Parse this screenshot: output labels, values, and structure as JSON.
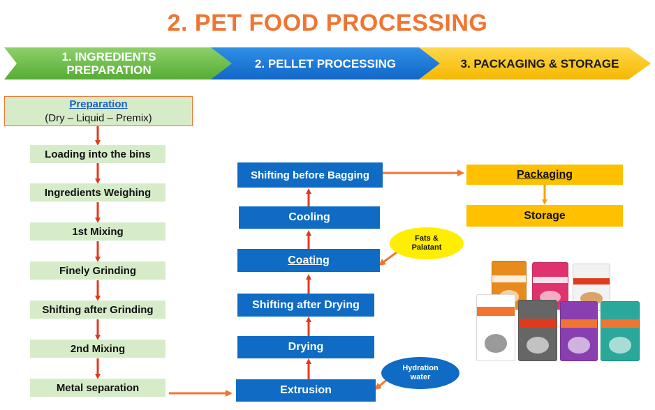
{
  "title": "2. PET FOOD PROCESSING",
  "stages": [
    {
      "line1": "1. INGREDIENTS",
      "line2": "PREPARATION"
    },
    {
      "line1": "2. PELLET PROCESSING"
    },
    {
      "line1": "3. PACKAGING & STORAGE"
    }
  ],
  "preparation": {
    "heading": "Preparation",
    "subtitle": "(Dry – Liquid – Premix)"
  },
  "ingredient_steps": [
    "Loading into the bins",
    "Ingredients Weighing",
    "1st Mixing",
    "Finely Grinding",
    "Shifting after Grinding",
    "2nd Mixing",
    "Metal separation"
  ],
  "pellet_steps": [
    "Extrusion",
    "Drying",
    "Shifting after Drying",
    "Coating",
    "Cooling",
    "Shifting before Bagging"
  ],
  "packaging_steps": [
    "Packaging",
    "Storage"
  ],
  "inputs": {
    "fats": {
      "line1": "Fats &",
      "line2": "Palatant"
    },
    "hydration": {
      "line1": "Hydration",
      "line2": "water"
    }
  },
  "colors": {
    "title": "#f07532",
    "arrow_red": "#e03a1e",
    "arrow_orange": "#f07532",
    "green_box": "#d6ecc9",
    "blue_box": "#0f6bc3",
    "yellow_box": "#ffc000",
    "pack_colors": [
      "#e88a1c",
      "#e0326e",
      "#f2f2f2",
      "#ffffff",
      "#666666",
      "#8a3fb0",
      "#2aa89a"
    ]
  }
}
